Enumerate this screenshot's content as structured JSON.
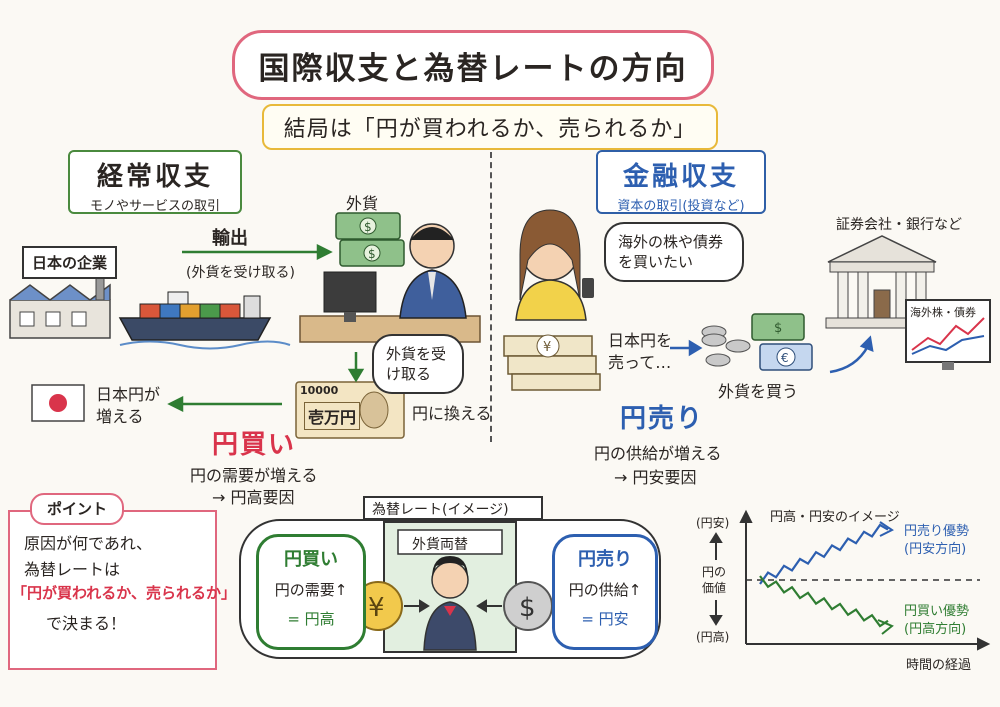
{
  "title": "国際収支と為替レートの方向",
  "subtitle": "結局は「円が買われるか、売られるか」",
  "current_account": {
    "heading": "経常収支",
    "subheading": "モノやサービスの取引",
    "company_label": "日本の企業",
    "export_label": "輸出",
    "export_sub": "(外貨を受け取る)",
    "foreign_currency_label": "外貨",
    "bubble_receive": "外貨を受け取る",
    "banknote_value": "10000",
    "banknote_text": "壱万円",
    "exchange_to_yen": "円に換える",
    "yen_increase": "日本円が増える",
    "result_title": "円買い",
    "result_line1": "円の需要が増える",
    "result_line2": "→ 円高要因"
  },
  "financial_account": {
    "heading": "金融収支",
    "subheading": "資本の取引(投資など)",
    "bubble_want": "海外の株や債券を買いたい",
    "sell_yen": "日本円を売って…",
    "buy_foreign": "外貨を買う",
    "institution_label": "証券会社・銀行など",
    "screen_label": "海外株・債券",
    "result_title": "円売り",
    "result_line1": "円の供給が増える",
    "result_line2": "→ 円安要因"
  },
  "point": {
    "tag": "ポイント",
    "line1": "原因が何であれ、",
    "line2": "為替レートは",
    "line3": "「円が買われるか、売られるか」",
    "line4": "で決まる！"
  },
  "exchange": {
    "title": "為替レート(イメージ)",
    "window_label": "外貨両替",
    "left_title": "円買い",
    "left_line1": "円の需要↑",
    "left_line2": "= 円高",
    "right_title": "円売り",
    "right_line1": "円の供給↑",
    "right_line2": "= 円安"
  },
  "chart": {
    "title": "円高・円安のイメージ",
    "y_top": "(円安)",
    "y_mid": "円の価値",
    "y_bottom": "(円高)",
    "x_label": "時間の経過",
    "upper_label": "円売り優勢",
    "upper_sub": "(円安方向)",
    "lower_label": "円買い優勢",
    "lower_sub": "(円高方向)"
  },
  "colors": {
    "accent_red": "#d9344b",
    "accent_blue": "#2d5fb0",
    "accent_green": "#2f7d32",
    "title_border": "#e0677e",
    "subtitle_border": "#e8b93a"
  }
}
